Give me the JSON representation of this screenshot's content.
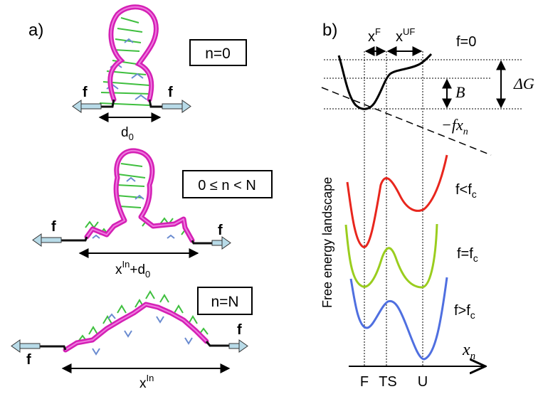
{
  "panel_a": {
    "label": "a)",
    "force": "f",
    "states": [
      {
        "name": "n=0",
        "extension": "d",
        "extension_sub": "0"
      },
      {
        "name": "0 ≤ n < N",
        "extension": "x",
        "extension_sup": "In",
        "extension_tail": "+d",
        "extension_tail_sub": "0"
      },
      {
        "name": "n=N",
        "extension": "x",
        "extension_sup": "In"
      }
    ]
  },
  "panel_b": {
    "label": "b)",
    "x_F": "x",
    "x_F_sup": "F",
    "x_UF": "x",
    "x_UF_sup": "UF",
    "f0": "f=0",
    "barrier": "B",
    "deltaG": "ΔG",
    "tilt": "−fx",
    "tilt_sub": "n",
    "ylabel": "Free energy landscape",
    "xaxis": "x",
    "xaxis_sub": "n",
    "ticks": [
      "F",
      "TS",
      "U"
    ],
    "curves": [
      {
        "label_main": "f<f",
        "label_sub": "c",
        "color": "#e8261d"
      },
      {
        "label_main": "f=f",
        "label_sub": "c",
        "color": "#9acd1e"
      },
      {
        "label_main": "f>f",
        "label_sub": "c",
        "color": "#4f6fe0"
      }
    ]
  }
}
